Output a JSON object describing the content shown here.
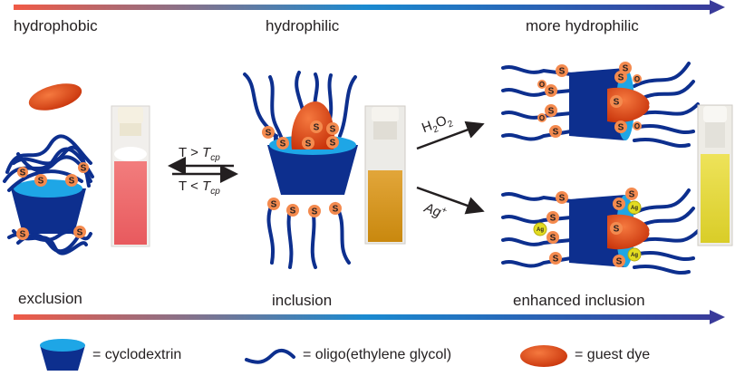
{
  "top_axis": {
    "labels": [
      "hydrophobic",
      "hydrophilic",
      "more hydrophilic"
    ],
    "gradient_colors": [
      "#f05a46",
      "#1a8ad0",
      "#3a3b9a"
    ]
  },
  "bottom_axis": {
    "labels": [
      "exclusion",
      "inclusion",
      "enhanced inclusion"
    ],
    "gradient_colors": [
      "#f05a46",
      "#1a8ad0",
      "#3a3b9a"
    ]
  },
  "equilibrium": {
    "upper_T": "T",
    "upper_op": ">",
    "upper_sym": "T",
    "upper_sub": "cp",
    "lower_T": "T",
    "lower_op": "<",
    "lower_sym": "T",
    "lower_sub": "cp"
  },
  "reactions": {
    "oxidation": {
      "reagent_main": "H",
      "sub1": "2",
      "mid": "O",
      "sub2": "2"
    },
    "silver": {
      "reagent": "Ag",
      "charge": "+"
    }
  },
  "states": [
    {
      "name": "exclusion",
      "vial_color": "#ef6a6a"
    },
    {
      "name": "inclusion",
      "vial_color": "#d9a11e"
    },
    {
      "name": "enhanced inclusion",
      "vial_color": "#e6dc3a"
    }
  ],
  "markers": {
    "sulfur": "S",
    "oxygen": "O",
    "silver": "Ag"
  },
  "legend": [
    {
      "icon": "cyclodextrin-icon",
      "text": "= cyclodextrin"
    },
    {
      "icon": "oligo-ethylene-glycol-icon",
      "text": "= oligo(ethylene glycol)"
    },
    {
      "icon": "guest-dye-icon",
      "text": "= guest dye"
    }
  ],
  "colors": {
    "cd_dark": "#0d2f8e",
    "cd_light": "#1ea6e6",
    "dye": "#e8491c",
    "sulfur": "#f48a4e",
    "silver": "#e3dc21"
  }
}
